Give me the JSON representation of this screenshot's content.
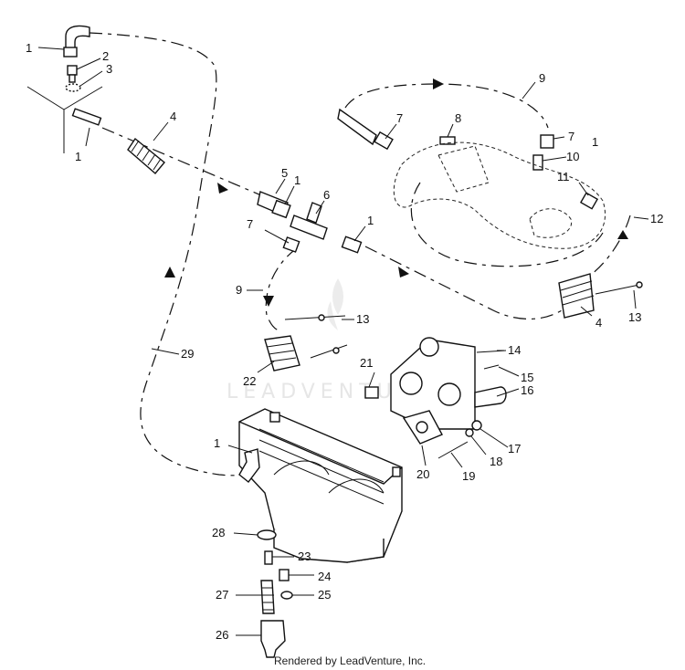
{
  "watermark": "LEADVENTURE",
  "credit": "Rendered by LeadVenture, Inc.",
  "callouts": [
    {
      "id": "c1a",
      "text": "1"
    },
    {
      "id": "c2",
      "text": "2"
    },
    {
      "id": "c3",
      "text": "3"
    },
    {
      "id": "c4a",
      "text": "4"
    },
    {
      "id": "c1b",
      "text": "1"
    },
    {
      "id": "c5",
      "text": "5"
    },
    {
      "id": "c1c",
      "text": "1"
    },
    {
      "id": "c6",
      "text": "6"
    },
    {
      "id": "c7a",
      "text": "7"
    },
    {
      "id": "c1d",
      "text": "1"
    },
    {
      "id": "c9a",
      "text": "9"
    },
    {
      "id": "c7b",
      "text": "7"
    },
    {
      "id": "c8",
      "text": "8"
    },
    {
      "id": "c7c",
      "text": "7"
    },
    {
      "id": "c10",
      "text": "10"
    },
    {
      "id": "c1e",
      "text": "1"
    },
    {
      "id": "c11",
      "text": "11"
    },
    {
      "id": "c12",
      "text": "12"
    },
    {
      "id": "c9b",
      "text": "9"
    },
    {
      "id": "c13a",
      "text": "13"
    },
    {
      "id": "c4b",
      "text": "4"
    },
    {
      "id": "c13b",
      "text": "13"
    },
    {
      "id": "c29",
      "text": "29"
    },
    {
      "id": "c22",
      "text": "22"
    },
    {
      "id": "c21",
      "text": "21"
    },
    {
      "id": "c14",
      "text": "14"
    },
    {
      "id": "c15",
      "text": "15"
    },
    {
      "id": "c16",
      "text": "16"
    },
    {
      "id": "c17",
      "text": "17"
    },
    {
      "id": "c18",
      "text": "18"
    },
    {
      "id": "c19",
      "text": "19"
    },
    {
      "id": "c20",
      "text": "20"
    },
    {
      "id": "c1f",
      "text": "1"
    },
    {
      "id": "c28",
      "text": "28"
    },
    {
      "id": "c23",
      "text": "23"
    },
    {
      "id": "c24",
      "text": "24"
    },
    {
      "id": "c25",
      "text": "25"
    },
    {
      "id": "c27",
      "text": "27"
    },
    {
      "id": "c26",
      "text": "26"
    }
  ]
}
